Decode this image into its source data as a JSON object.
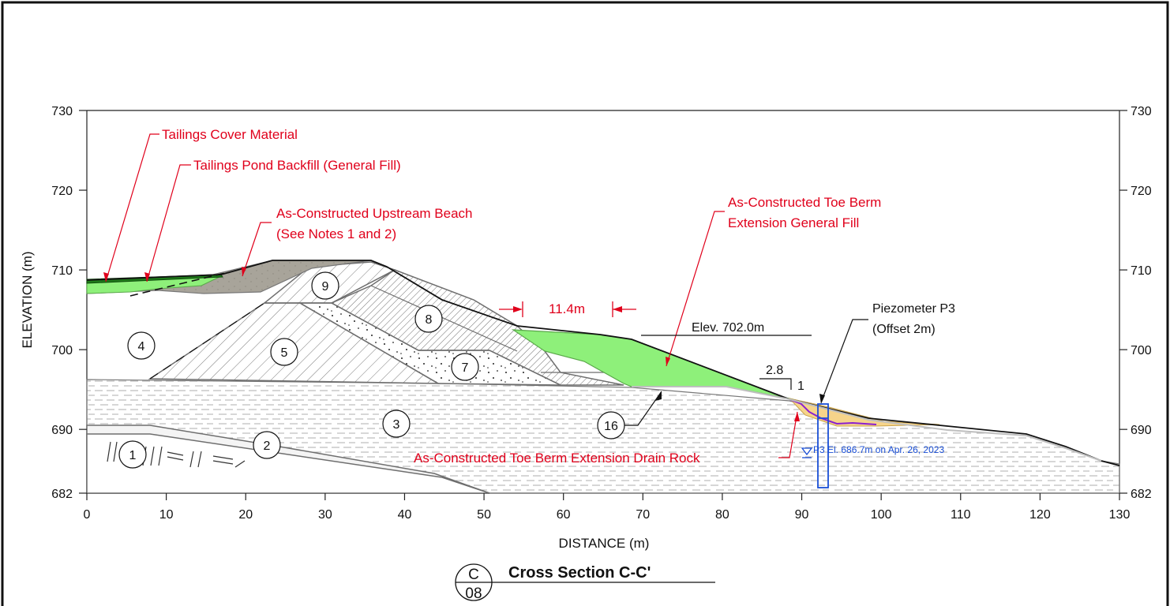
{
  "drawing": {
    "xlabel": "DISTANCE (m)",
    "ylabel": "ELEVATION (m)",
    "x_ticks": [
      "0",
      "10",
      "20",
      "30",
      "40",
      "50",
      "60",
      "70",
      "80",
      "90",
      "100",
      "110",
      "120",
      "130"
    ],
    "y_ticks_left": [
      "730",
      "720",
      "710",
      "700",
      "690",
      "682"
    ],
    "y_ticks_right": [
      "730",
      "720",
      "710",
      "700",
      "690",
      "682"
    ],
    "title": "Cross Section C-C'",
    "title_tag_letter": "C",
    "title_tag_sheet": "08"
  },
  "callouts": {
    "tailings_cover": "Tailings Cover Material",
    "tailings_backfill": "Tailings Pond Backfill (General Fill)",
    "beach_line1": "As-Constructed Upstream Beach",
    "beach_line2": "(See Notes 1 and 2)",
    "toe_fill_line1": "As-Constructed Toe Berm",
    "toe_fill_line2": "Extension General Fill",
    "drain_rock": "As-Constructed Toe Berm Extension Drain Rock",
    "piezo_line1": "Piezometer P3",
    "piezo_line2": "(Offset 2m)",
    "piezo_reading": "P3 El. 686.7m on Apr. 26, 2023",
    "width_dim": "11.4m",
    "elev_label": "Elev. 702.0m",
    "slope_run": "2.8",
    "slope_rise": "1"
  },
  "zones": [
    "1",
    "2",
    "3",
    "4",
    "5",
    "7",
    "8",
    "9",
    "16"
  ],
  "colors": {
    "callout_red": "#e0001b",
    "piezo_blue": "#1a4fd6",
    "general_fill_green": "#8ef07a",
    "cover_dark_green": "#1f7a1a",
    "beach_grey": "#a8a49a",
    "drain_rock_orange": "#f6d48a",
    "drain_line_purple": "#8a1fd0"
  }
}
